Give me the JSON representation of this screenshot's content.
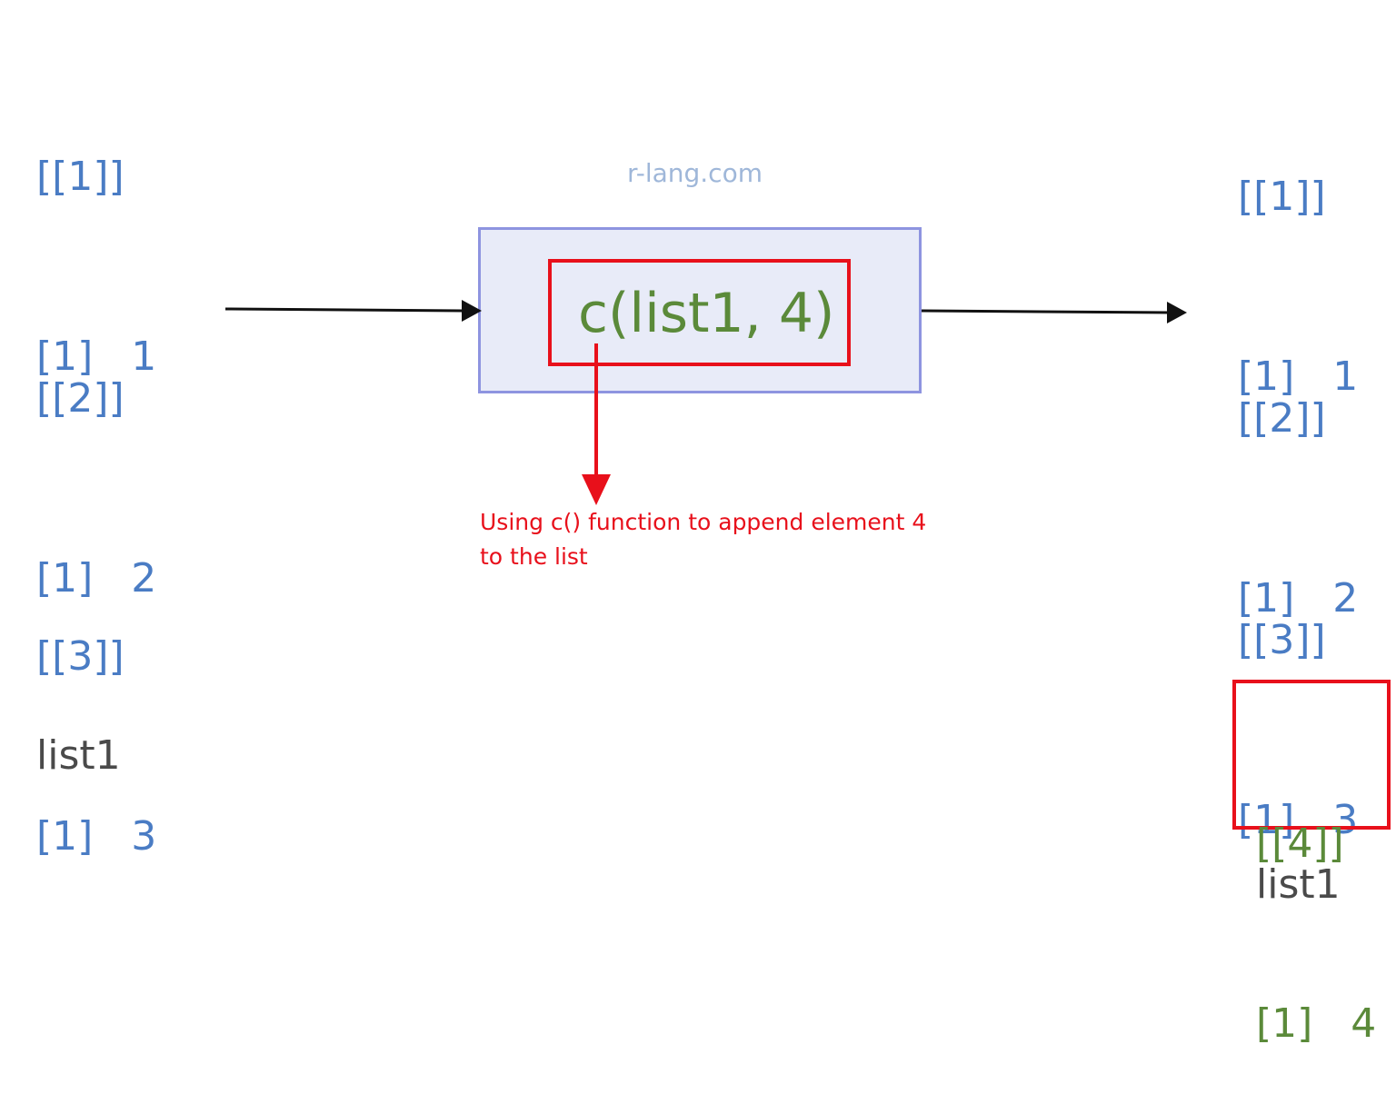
{
  "watermark": "r-lang.com",
  "input": {
    "elements": [
      {
        "index_line": "[[1]]",
        "value_line": "[1]   1"
      },
      {
        "index_line": "[[2]]",
        "value_line": "[1]   2"
      },
      {
        "index_line": "[[3]]",
        "value_line": "[1]   3"
      }
    ],
    "label": "list1"
  },
  "function": {
    "code": "c(list1, 4)",
    "note": "Using c() function to append element 4 to the list"
  },
  "output": {
    "elements": [
      {
        "index_line": "[[1]]",
        "value_line": "[1]   1"
      },
      {
        "index_line": "[[2]]",
        "value_line": "[1]   2"
      },
      {
        "index_line": "[[3]]",
        "value_line": "[1]   3"
      }
    ],
    "new_element": {
      "index_line": "[[4]]",
      "value_line": "[1]   4"
    },
    "label": "list1"
  },
  "colors": {
    "element_text": "#4a7cc4",
    "new_element_text": "#5b8a3a",
    "highlight": "#e8101b",
    "function_box_fill": "#e8ebf8",
    "function_box_border": "#8e94e0"
  }
}
